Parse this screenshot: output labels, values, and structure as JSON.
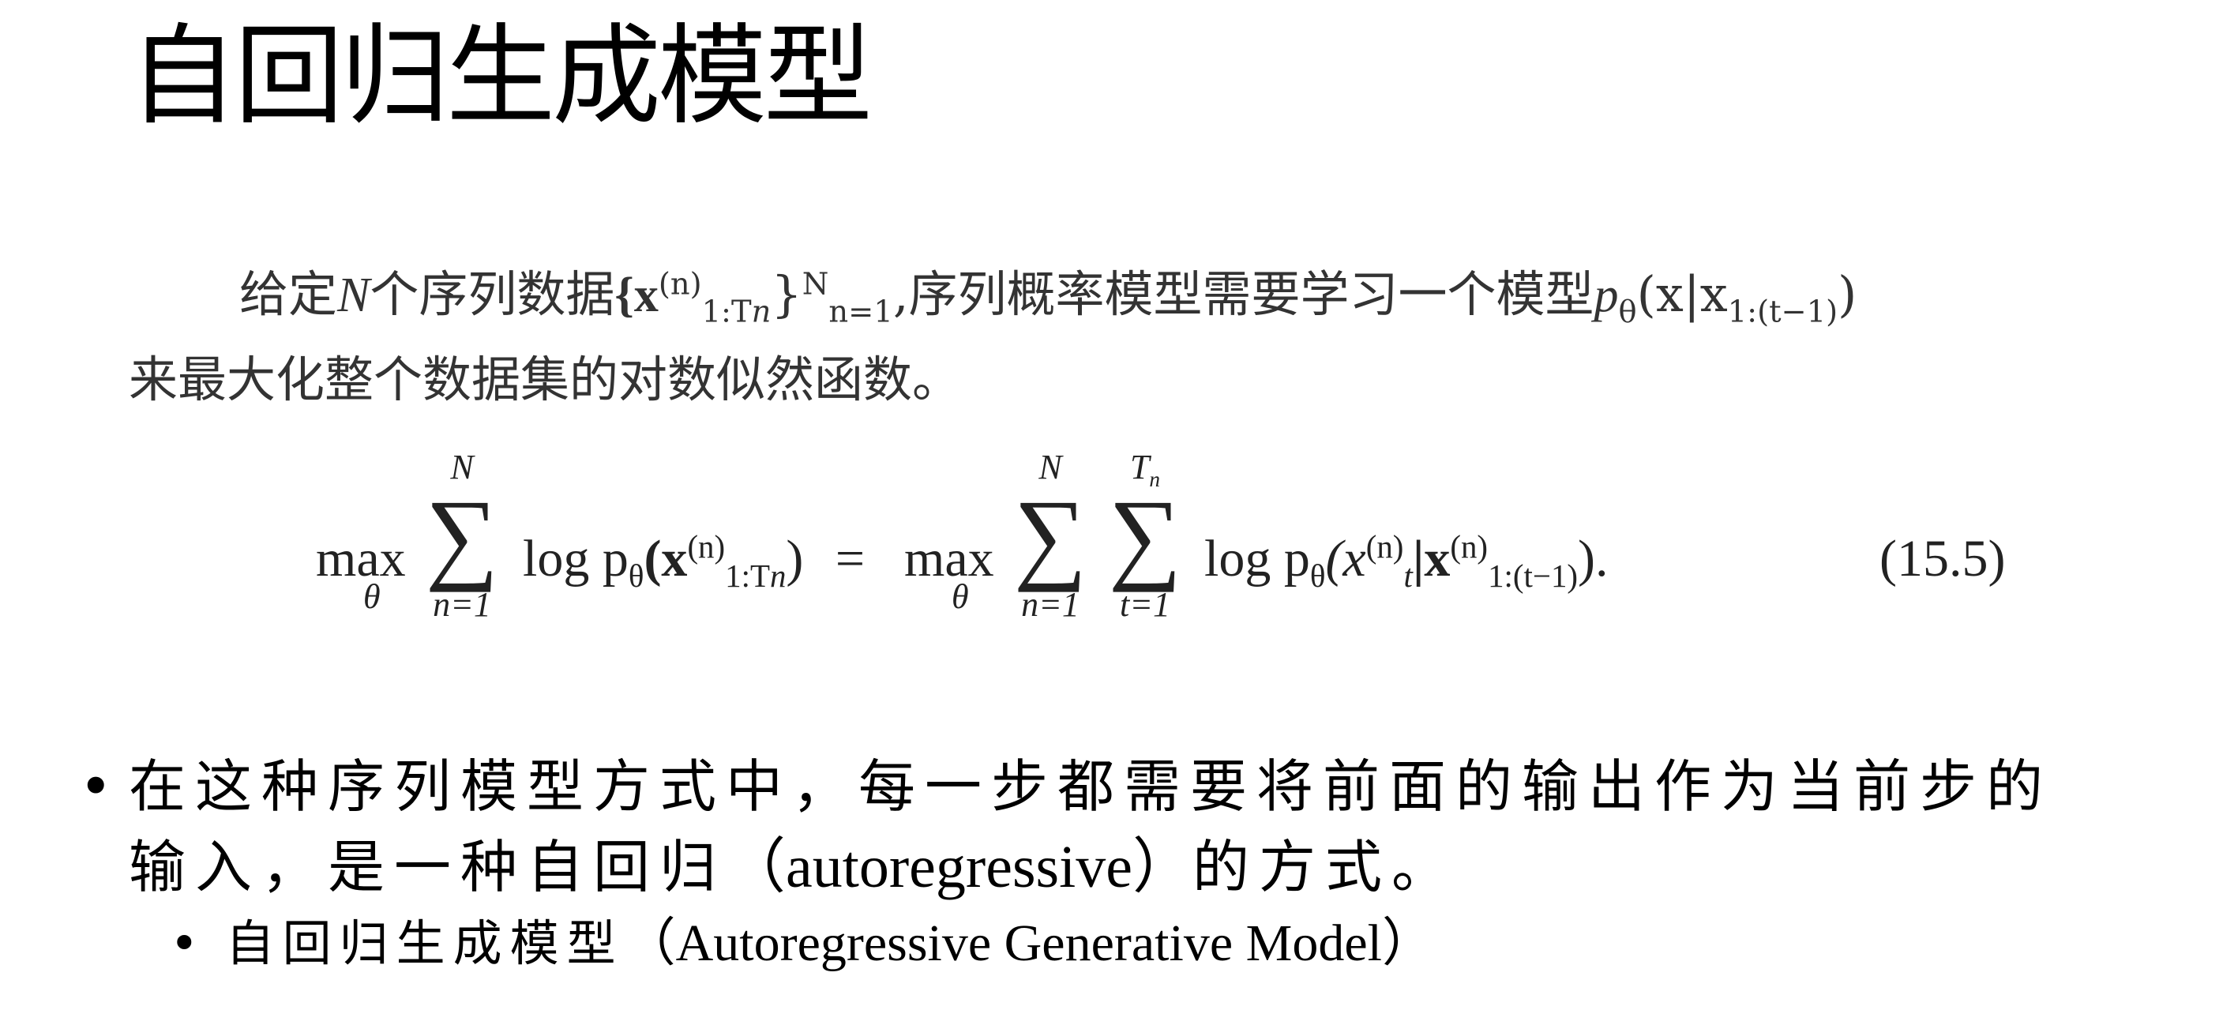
{
  "title": "自回归生成模型",
  "paragraph": {
    "line1_prefix": "给定",
    "line1_N": "N",
    "line1_mid": "个序列数据",
    "line1_set": "{x",
    "line1_set_sup": "(n)",
    "line1_set_sub": "1:T",
    "line1_set_subsub": "n",
    "line1_set_close": "}",
    "line1_set_close_sup": "N",
    "line1_set_close_sub": "n=1",
    "line1_suffix": ",序列概率模型需要学习一个模型",
    "line1_model": "p",
    "line1_model_sub": "θ",
    "line1_model_args": "(x|x",
    "line1_model_args_sub": "1:(t−1)",
    "line1_model_close": ")",
    "line2": "来最大化整个数据集的对数似然函数。"
  },
  "formula": {
    "max": "max",
    "theta": "θ",
    "sum_sym": "∑",
    "sum1_top": "N",
    "sum1_bottom": "n=1",
    "lhs": "log p",
    "lhs_sub": "θ",
    "lhs_arg": "(x",
    "lhs_arg_sup": "(n)",
    "lhs_arg_sub": "1:T",
    "lhs_arg_subsub": "n",
    "lhs_close": ")",
    "eq": "=",
    "sum2_top": "N",
    "sum2_bottom": "n=1",
    "sum3_top": "T",
    "sum3_top_sub": "n",
    "sum3_bottom": "t=1",
    "rhs": "log p",
    "rhs_sub": "θ",
    "rhs_arg": "(x",
    "rhs_arg_sup": "(n)",
    "rhs_arg_sub": "t",
    "rhs_cond": "|x",
    "rhs_cond_sup": "(n)",
    "rhs_cond_sub": "1:(t−1)",
    "rhs_close": ").",
    "eq_number": "(15.5)"
  },
  "bullets": {
    "b1_dot": "•",
    "b1_line1": "在这种序列模型方式中，每一步都需要将前面的输出作为当前步的",
    "b1_line2_cn": "输入，是一种自回归",
    "b1_line2_en": "（autoregressive）",
    "b1_line2_tail": "的方式。",
    "b2_dot": "•",
    "b2_cn": "自回归生成模型",
    "b2_en": "（Autoregressive Generative Model）"
  }
}
